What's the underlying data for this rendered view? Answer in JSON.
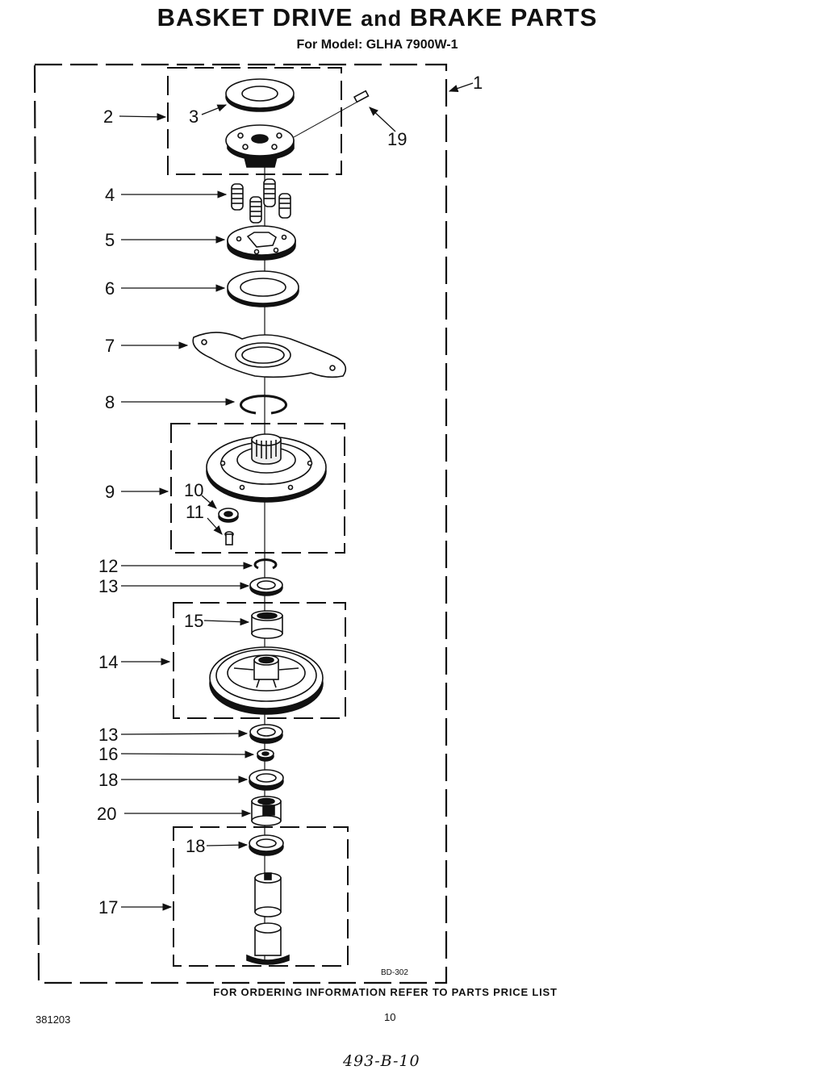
{
  "header": {
    "title_part1": "BASKET DRIVE",
    "title_and": "and",
    "title_part2": "BRAKE PARTS",
    "subtitle": "For Model: GLHA 7900W-1"
  },
  "callouts": {
    "c1": "1",
    "c2": "2",
    "c3": "3",
    "c4": "4",
    "c5": "5",
    "c6": "6",
    "c7": "7",
    "c8": "8",
    "c9": "9",
    "c10": "10",
    "c11": "11",
    "c12": "12",
    "c13a": "13",
    "c14": "14",
    "c15": "15",
    "c13b": "13",
    "c16": "16",
    "c18a": "18",
    "c20": "20",
    "c18b": "18",
    "c17": "17",
    "c19": "19"
  },
  "diagram_code": "BD-302",
  "footer": {
    "ordering_note": "FOR ORDERING INFORMATION REFER TO PARTS PRICE LIST",
    "doc_number": "381203",
    "page_number": "10",
    "handwritten": "493-B-10"
  }
}
